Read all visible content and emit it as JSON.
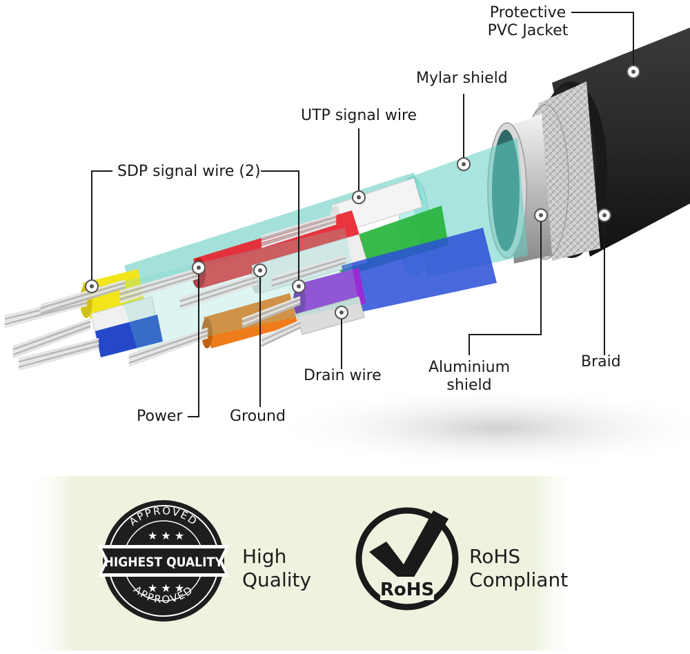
{
  "labels": {
    "protective_jacket": [
      "Protective",
      "PVC Jacket"
    ],
    "mylar_shield": "Mylar shield",
    "utp_signal_wire": "UTP signal wire",
    "sdp_signal_wire": "SDP signal wire (2)",
    "braid": "Braid",
    "aluminium_shield": [
      "Aluminium",
      "shield"
    ],
    "drain_wire": "Drain wire",
    "ground": "Ground",
    "power": "Power"
  },
  "badges": {
    "quality_seal": {
      "top_arc": "APPROVED",
      "banner": "HIGHEST QUALITY",
      "bottom_arc": "APPROVED"
    },
    "quality_caption": [
      "High",
      "Quality"
    ],
    "rohs_seal": "RoHS",
    "rohs_caption": [
      "RoHS",
      "Compliant"
    ]
  },
  "colors": {
    "jacket": "#2b2b2b",
    "braid": "#c9c9c9",
    "mylar": "#6fd3c8",
    "red": "#e8232e",
    "green": "#27b43b",
    "blue": "#2a4fd6",
    "purple": "#9a2bd6",
    "orange": "#ef7b1a",
    "yellow": "#f2e61b",
    "bottom_band": "#eef4e1"
  }
}
